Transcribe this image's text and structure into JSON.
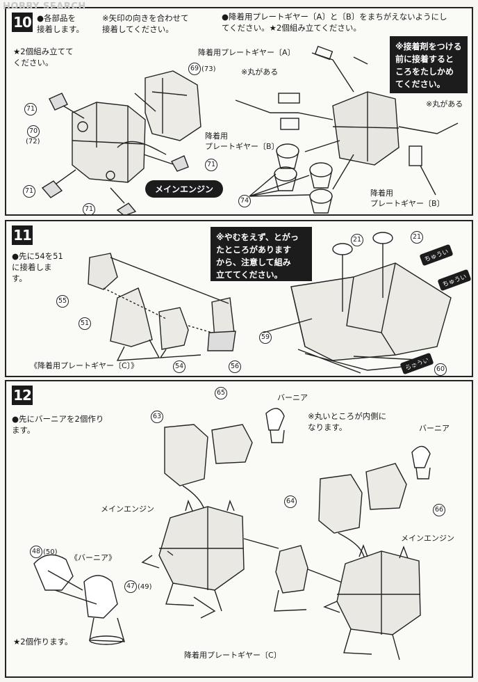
{
  "watermark": "HOBBY SEARCH",
  "step10": {
    "number": "10",
    "note_left": "●各部品を\n接着します。",
    "note_star": "★2個組み立てて\nください。",
    "note_arrow": "※矢印の向きを合わせて\n接着してください。",
    "note_right": "●降着用プレートギヤー〔A〕と〔B〕をまちがえないようにし\nてください。★2個組み立てください。",
    "box_note": "※接着剤をつける\n前に接着すると\nころをたしかめ\nてください。",
    "pill": "メインエンジン",
    "label_gear_a": "降着用プレートギヤー〔A〕",
    "label_round1": "※丸がある",
    "label_round2": "※丸がある",
    "label_gear_b1": "降着用\nプレートギヤー〔B〕",
    "label_gear_b2": "降着用\nプレートギヤー〔B〕",
    "parts": [
      "71",
      "70",
      "(72)",
      "71",
      "71",
      "69",
      "(73)",
      "71",
      "74"
    ]
  },
  "step11": {
    "number": "11",
    "note": "●先に54を51\nに接着しま\nす。",
    "box_note": "※やむをえず、とがっ\nたところがあります\nから、注意して組み\n立ててください。",
    "caption": "《降着用プレートギヤー〔C〕》",
    "tag": "ちゅうい",
    "parts": [
      "55",
      "51",
      "54",
      "56",
      "21",
      "21",
      "59",
      "60"
    ]
  },
  "step12": {
    "number": "12",
    "note": "●先にバーニアを2個作り\nます。",
    "note_inner": "※丸いところが内側に\nなります。",
    "label_vernier1": "バーニア",
    "label_vernier2": "バーニア",
    "label_vernier3": "《バーニア》",
    "label_engine1": "メインエンジン",
    "label_engine2": "メインエンジン",
    "label_gear_c": "降着用プレートギヤー〔C〕",
    "note_star": "★2個作ります。",
    "parts": [
      "65",
      "63",
      "64",
      "66",
      "48",
      "(50)",
      "47",
      "(49)"
    ]
  }
}
